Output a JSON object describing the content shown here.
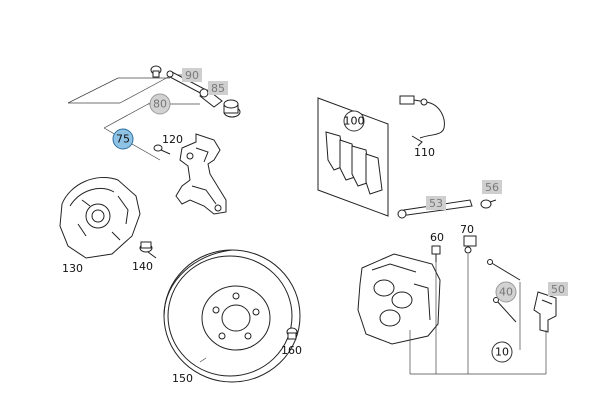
{
  "callouts": {
    "p90": "90",
    "p85": "85",
    "p80": "80",
    "p75": "75",
    "p120": "120",
    "p130": "130",
    "p140": "140",
    "p150": "150",
    "p160": "160",
    "p100": "100",
    "p110": "110",
    "p53": "53",
    "p56": "56",
    "p60": "60",
    "p70": "70",
    "p40": "40",
    "p50": "50",
    "p10": "10"
  },
  "colors": {
    "highlight": "#8ec3e6",
    "grey_marker": "#d2d2d2",
    "line": "#222222"
  }
}
